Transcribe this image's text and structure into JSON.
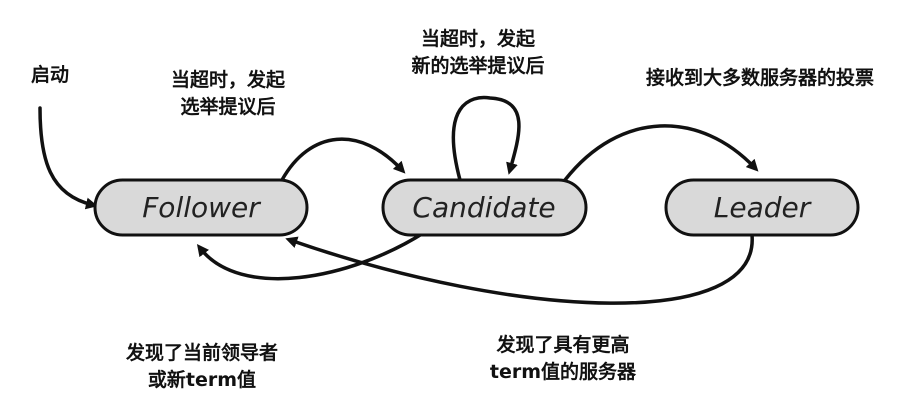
{
  "states": {
    "follower": "Follower",
    "candidate": "Candidate",
    "leader": "Leader"
  },
  "transitions": {
    "start": "启动",
    "follower_to_candidate": [
      "当超时，发起",
      "选举提议后"
    ],
    "candidate_self_loop": [
      "当超时，发起",
      "新的选举提议后"
    ],
    "candidate_to_leader": "接收到大多数服务器的投票",
    "candidate_to_follower": [
      "发现了当前领导者",
      "或新term值"
    ],
    "leader_to_follower": [
      "发现了具有更高",
      "term值的服务器"
    ]
  }
}
